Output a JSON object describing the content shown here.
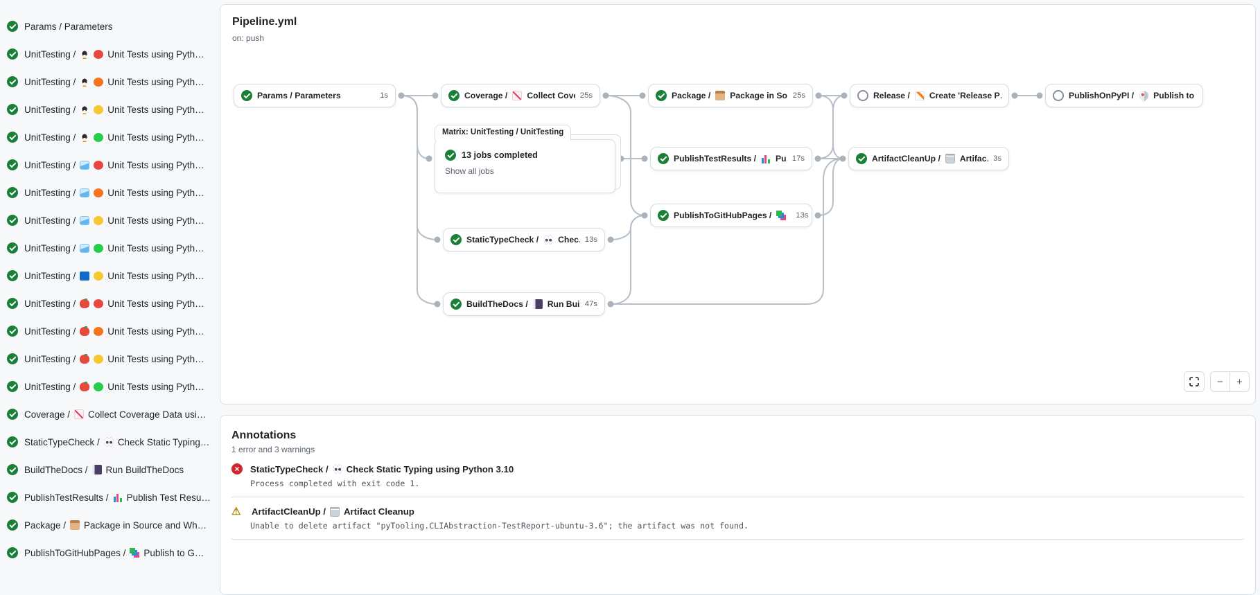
{
  "pipeline": {
    "title": "Pipeline.yml",
    "trigger": "on: push",
    "nodes": [
      {
        "id": "params",
        "status": "success",
        "prefix": "Params / Parameters",
        "icon": "",
        "suffix": "",
        "duration": "1s"
      },
      {
        "id": "coverage",
        "status": "success",
        "prefix": "Coverage /",
        "icon": "chart-increasing",
        "suffix": "Collect Cove…",
        "duration": "25s"
      },
      {
        "id": "package",
        "status": "success",
        "prefix": "Package /",
        "icon": "package-box",
        "suffix": "Package in So…",
        "duration": "25s"
      },
      {
        "id": "release",
        "status": "skipped",
        "prefix": "Release /",
        "icon": "memo-pencil",
        "suffix": "Create 'Release P…",
        "duration": ""
      },
      {
        "id": "publish-on-pypi",
        "status": "skipped",
        "prefix": "PublishOnPyPI /",
        "icon": "rocket",
        "suffix": "Publish to …",
        "duration": ""
      },
      {
        "id": "publish-test-results",
        "status": "success",
        "prefix": "PublishTestResults /",
        "icon": "bar-chart",
        "suffix": "Pu…",
        "duration": "17s"
      },
      {
        "id": "artifact-cleanup",
        "status": "success",
        "prefix": "ArtifactCleanUp /",
        "icon": "wastebasket",
        "suffix": "Artifac…",
        "duration": "3s"
      },
      {
        "id": "publish-to-github-pages",
        "status": "success",
        "prefix": "PublishToGitHubPages /",
        "icon": "layered-cards",
        "suffix": "…",
        "duration": "13s"
      },
      {
        "id": "static-type-check",
        "status": "success",
        "prefix": "StaticTypeCheck /",
        "icon": "eyes",
        "suffix": "Chec…",
        "duration": "13s"
      },
      {
        "id": "build-the-docs",
        "status": "success",
        "prefix": "BuildTheDocs /",
        "icon": "notebook",
        "suffix": "Run Buil…",
        "duration": "47s"
      }
    ],
    "matrix": {
      "tab_label": "Matrix: UnitTesting / UnitTesting",
      "status_text": "13 jobs completed",
      "link_label": "Show all jobs"
    },
    "controls": {
      "fullscreen": "fullscreen",
      "zoom_out": "−",
      "zoom_in": "+"
    }
  },
  "sidebar": {
    "items": [
      {
        "prefix": "Params / Parameters",
        "os_icon": "",
        "py_icon": "",
        "text": "",
        "status": "success"
      },
      {
        "prefix": "UnitTesting /",
        "os_icon": "penguin",
        "py_icon": "red-circle",
        "text": "Unit Tests using Pyth…",
        "status": "success"
      },
      {
        "prefix": "UnitTesting /",
        "os_icon": "penguin",
        "py_icon": "orange-circle",
        "text": "Unit Tests using Pyth…",
        "status": "success"
      },
      {
        "prefix": "UnitTesting /",
        "os_icon": "penguin",
        "py_icon": "yellow-circle",
        "text": "Unit Tests using Pyth…",
        "status": "success"
      },
      {
        "prefix": "UnitTesting /",
        "os_icon": "penguin",
        "py_icon": "green-circle",
        "text": "Unit Tests using Pyth…",
        "status": "success"
      },
      {
        "prefix": "UnitTesting /",
        "os_icon": "ice-cube",
        "py_icon": "red-circle",
        "text": "Unit Tests using Pyth…",
        "status": "success"
      },
      {
        "prefix": "UnitTesting /",
        "os_icon": "ice-cube",
        "py_icon": "orange-circle",
        "text": "Unit Tests using Pyth…",
        "status": "success"
      },
      {
        "prefix": "UnitTesting /",
        "os_icon": "ice-cube",
        "py_icon": "yellow-circle",
        "text": "Unit Tests using Pyth…",
        "status": "success"
      },
      {
        "prefix": "UnitTesting /",
        "os_icon": "ice-cube",
        "py_icon": "green-circle",
        "text": "Unit Tests using Pyth…",
        "status": "success"
      },
      {
        "prefix": "UnitTesting /",
        "os_icon": "windows-blue-square",
        "py_icon": "yellow-circle",
        "text": "Unit Tests using Pyth…",
        "status": "success"
      },
      {
        "prefix": "UnitTesting /",
        "os_icon": "red-apple",
        "py_icon": "red-circle",
        "text": "Unit Tests using Pyth…",
        "status": "success"
      },
      {
        "prefix": "UnitTesting /",
        "os_icon": "red-apple",
        "py_icon": "orange-circle",
        "text": "Unit Tests using Pyth…",
        "status": "success"
      },
      {
        "prefix": "UnitTesting /",
        "os_icon": "red-apple",
        "py_icon": "yellow-circle",
        "text": "Unit Tests using Pyth…",
        "status": "success"
      },
      {
        "prefix": "UnitTesting /",
        "os_icon": "red-apple",
        "py_icon": "green-circle",
        "text": "Unit Tests using Pyth…",
        "status": "success"
      },
      {
        "prefix": "Coverage /",
        "os_icon": "chart-increasing",
        "py_icon": "",
        "text": "Collect Coverage Data usi…",
        "status": "success"
      },
      {
        "prefix": "StaticTypeCheck /",
        "os_icon": "eyes",
        "py_icon": "",
        "text": "Check Static Typing…",
        "status": "success"
      },
      {
        "prefix": "BuildTheDocs /",
        "os_icon": "notebook",
        "py_icon": "",
        "text": "Run BuildTheDocs",
        "status": "success"
      },
      {
        "prefix": "PublishTestResults /",
        "os_icon": "bar-chart",
        "py_icon": "",
        "text": "Publish Test Resu…",
        "status": "success"
      },
      {
        "prefix": "Package /",
        "os_icon": "package-box",
        "py_icon": "",
        "text": "Package in Source and Wh…",
        "status": "success"
      },
      {
        "prefix": "PublishToGitHubPages /",
        "os_icon": "layered-cards",
        "py_icon": "",
        "text": "Publish to G…",
        "status": "success"
      }
    ]
  },
  "annotations": {
    "title": "Annotations",
    "summary": "1 error and 3 warnings",
    "items": [
      {
        "type": "error",
        "prefix": "StaticTypeCheck /",
        "icon": "eyes",
        "suffix": "Check Static Typing using Python 3.10",
        "message": "Process completed with exit code 1."
      },
      {
        "type": "warning",
        "prefix": "ArtifactCleanUp /",
        "icon": "wastebasket",
        "suffix": "Artifact Cleanup",
        "message": "Unable to delete artifact \"pyTooling.CLIAbstraction-TestReport-ubuntu-3.6\"; the artifact was not found."
      }
    ]
  },
  "colors": {
    "success_green": "#1a7f37",
    "error_red": "#d1242f",
    "warning_amber": "#b58700",
    "edge_gray": "#b6bec7",
    "panel_border": "#d8dee4"
  }
}
